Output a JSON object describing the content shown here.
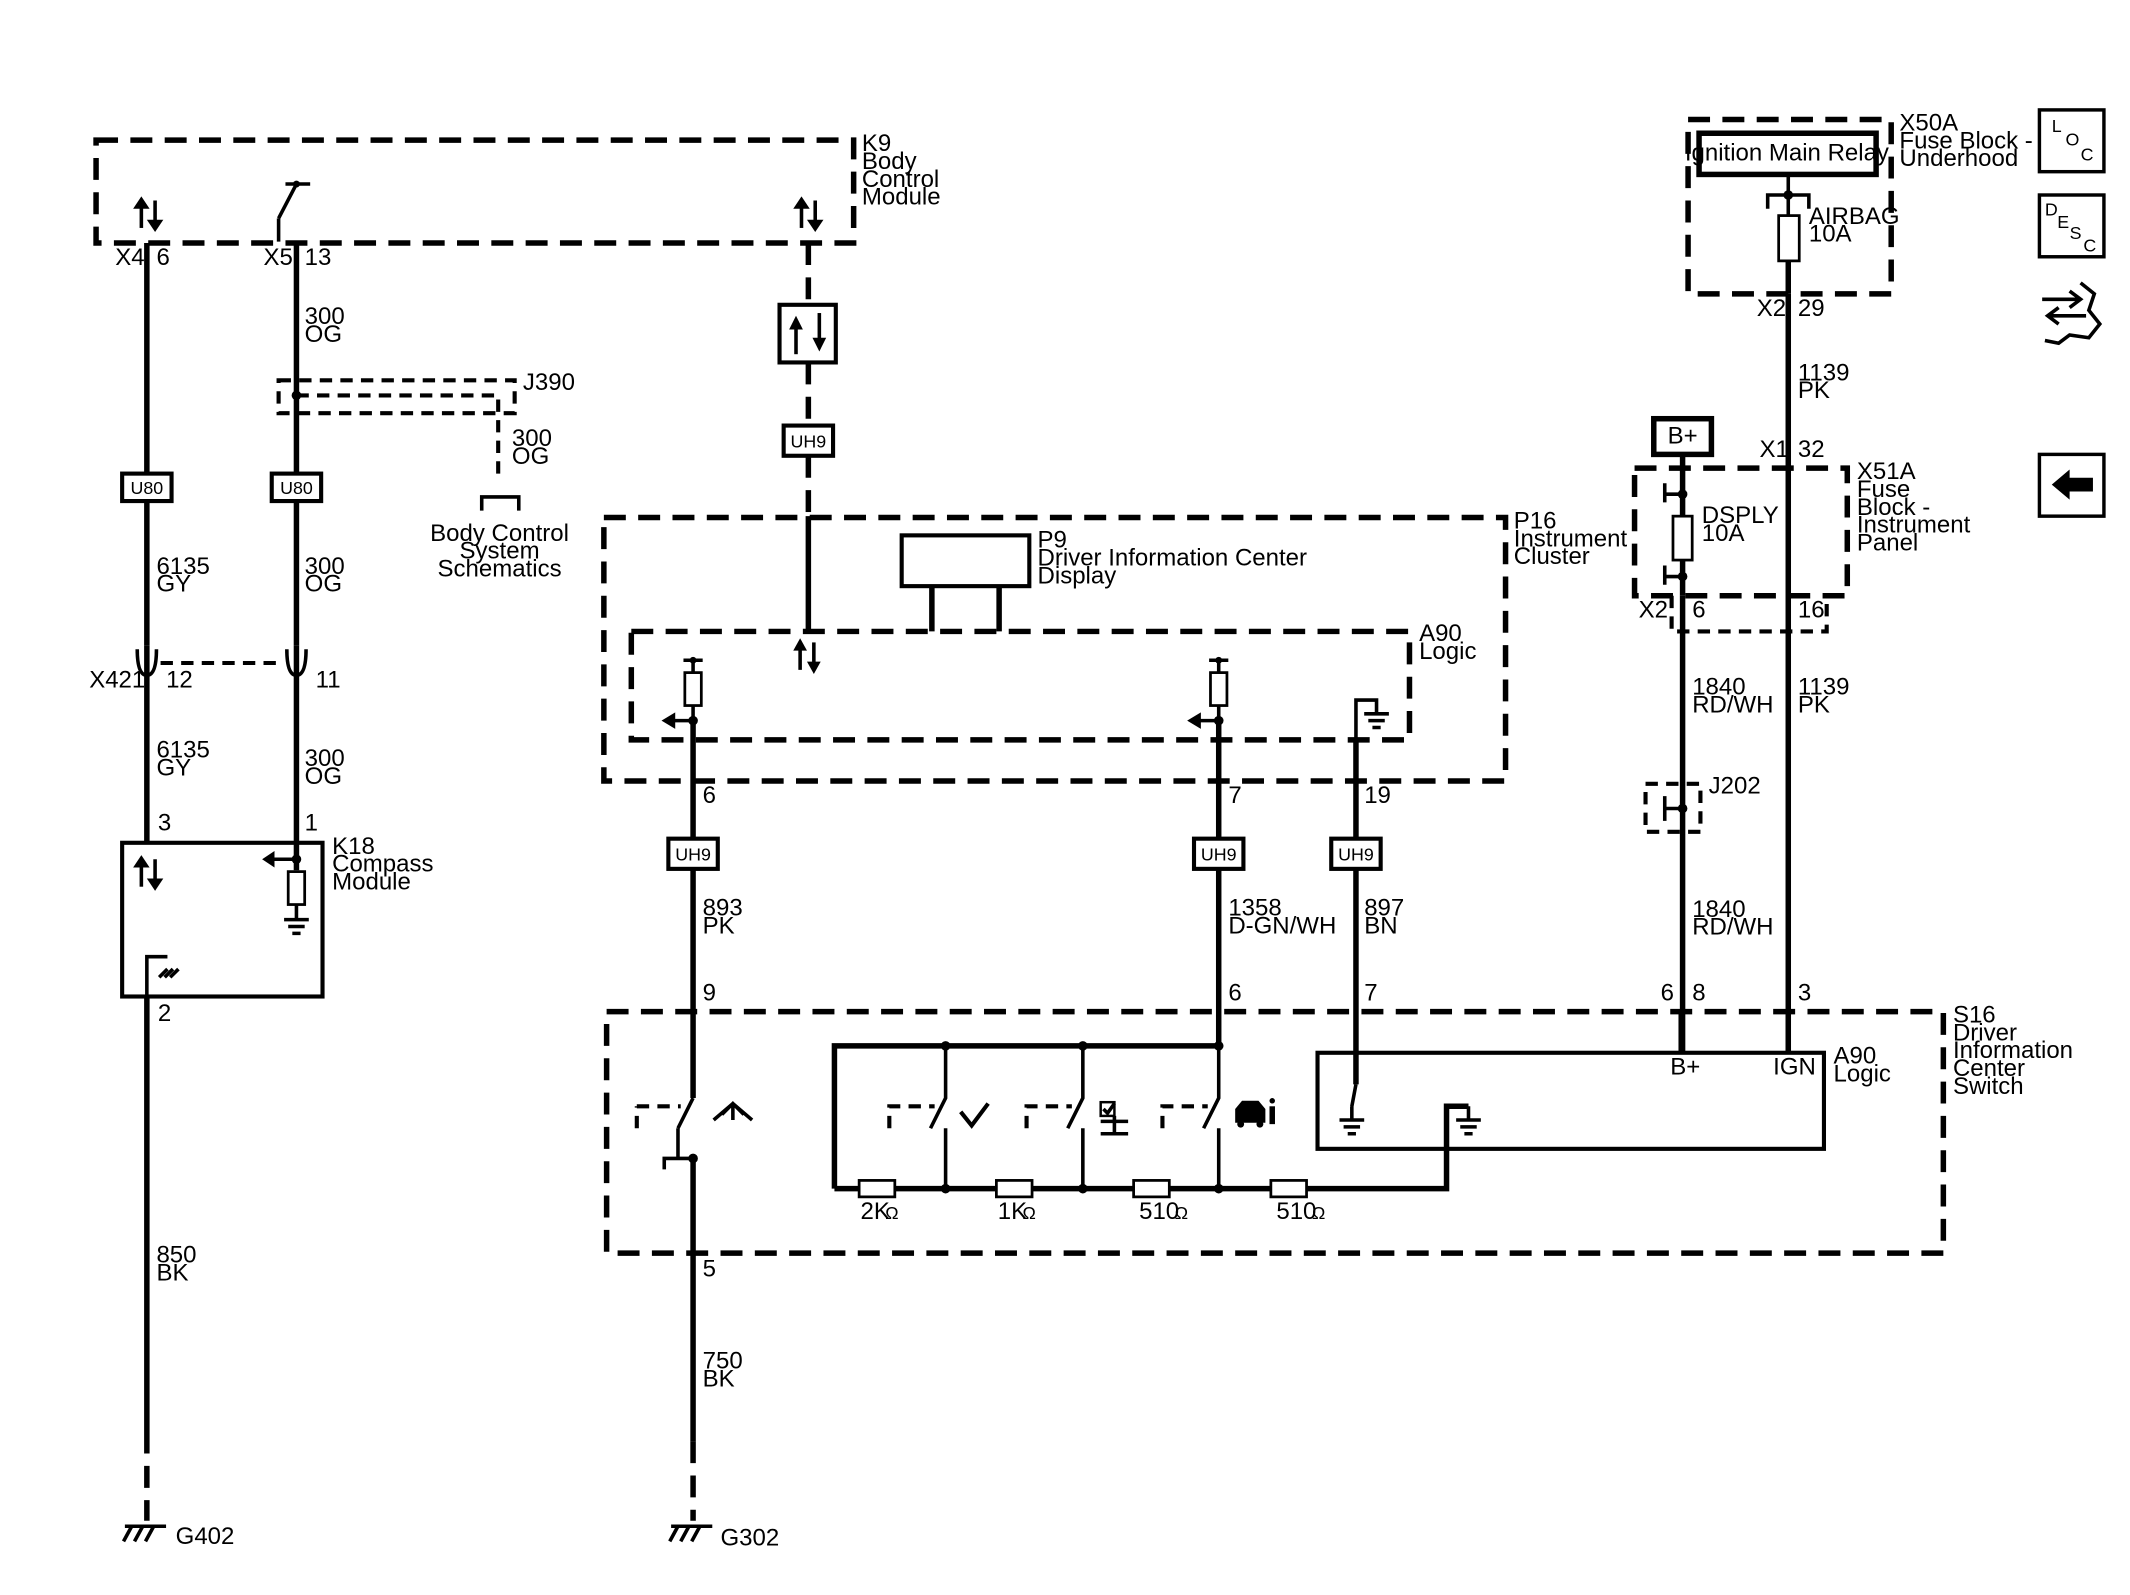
{
  "modules": {
    "k9": [
      "K9",
      "Body",
      "Control",
      "Module"
    ],
    "x50a": [
      "X50A",
      "Fuse Block -",
      "Underhood"
    ],
    "x51a": [
      "X51A",
      "Fuse",
      "Block -",
      "Instrument",
      "Panel"
    ],
    "p16": [
      "P16",
      "Instrument",
      "Cluster"
    ],
    "p9": [
      "P9",
      "Driver Information Center",
      "Display"
    ],
    "a90_cluster": [
      "A90",
      "Logic"
    ],
    "k18": [
      "K18",
      "Compass",
      "Module"
    ],
    "s16": [
      "S16",
      "Driver",
      "Information",
      "Center",
      "Switch"
    ],
    "a90_switch": [
      "A90",
      "Logic"
    ],
    "j390": "J390",
    "j202": "J202",
    "bcs": [
      "Body Control",
      "System",
      "Schematics"
    ]
  },
  "relay_label": "Ignition Main Relay",
  "bplus_label": "B+",
  "fuses": {
    "airbag": [
      "AIRBAG",
      "10A"
    ],
    "dsply": [
      "DSPLY",
      "10A"
    ]
  },
  "connectors": {
    "x4": "X4",
    "x5": "X5",
    "x2a": "X2",
    "x1": "X1",
    "x2b": "X2",
    "x421": "X421",
    "uh9": "UH9",
    "u80": "U80"
  },
  "pins": {
    "k9_x4": "6",
    "k9_x5": "13",
    "x50a_x2": "29",
    "x51a_x1": "32",
    "x51a_x2_a": "6",
    "x51a_x2_b": "16",
    "x421_a": "12",
    "x421_b": "11",
    "k18_a": "3",
    "k18_b": "1",
    "k18_c": "2",
    "p16_a": "6",
    "p16_b": "7",
    "p16_c": "19",
    "s16_a": "9",
    "s16_b": "6",
    "s16_c": "7",
    "s16_d": "6",
    "s16_e": "8",
    "s16_f": "3",
    "s16_g": "5"
  },
  "wires": {
    "w300a": [
      "300",
      "OG"
    ],
    "w300b": [
      "300",
      "OG"
    ],
    "w300c": [
      "300",
      "OG"
    ],
    "w300d": [
      "300",
      "OG"
    ],
    "w6135a": [
      "6135",
      "GY"
    ],
    "w6135b": [
      "6135",
      "GY"
    ],
    "w850": [
      "850",
      "BK"
    ],
    "w750": [
      "750",
      "BK"
    ],
    "w893": [
      "893",
      "PK"
    ],
    "w1358": [
      "1358",
      "D-GN/WH"
    ],
    "w897": [
      "897",
      "BN"
    ],
    "w1139a": [
      "1139",
      "PK"
    ],
    "w1139b": [
      "1139",
      "PK"
    ],
    "w1840a": [
      "1840",
      "RD/WH"
    ],
    "w1840b": [
      "1840",
      "RD/WH"
    ]
  },
  "resistors": [
    "2K",
    "1K",
    "510",
    "510"
  ],
  "ohm_symbol": "Ω",
  "switch_terminals": {
    "bplus": "B+",
    "ign": "IGN"
  },
  "grounds": {
    "g402": "G402",
    "g302": "G302"
  },
  "nav": {
    "loc": [
      "L",
      "O",
      "C"
    ],
    "desc": [
      "D",
      "E",
      "S",
      "C"
    ]
  }
}
